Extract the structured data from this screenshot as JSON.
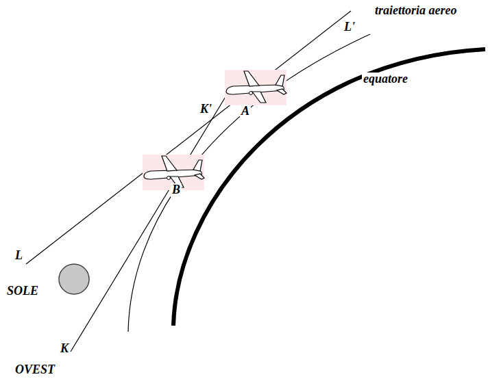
{
  "diagram": {
    "labels": [
      "traiettoria aereo",
      "L'",
      "equatore",
      "K'",
      "A",
      "B",
      "L",
      "SOLE",
      "K",
      "OVEST"
    ]
  }
}
